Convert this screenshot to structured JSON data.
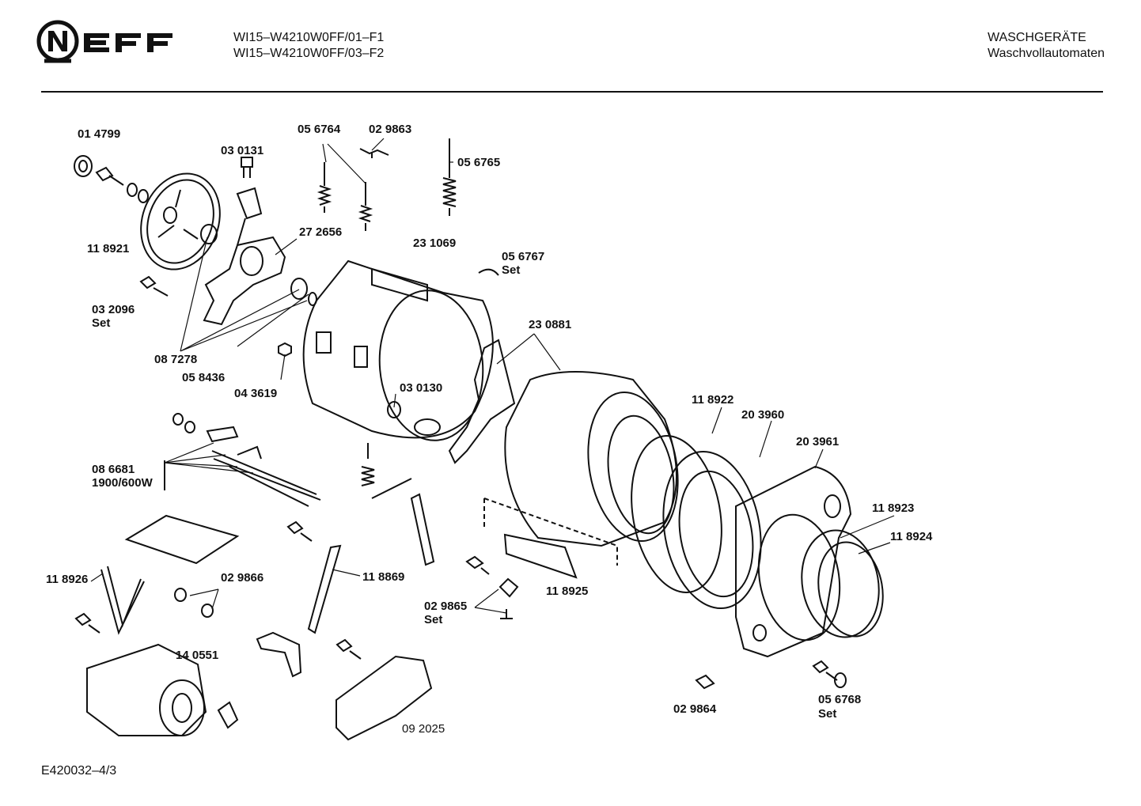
{
  "header": {
    "brand": "NEFF",
    "models": [
      "WI15–W4210W0FF/01–F1",
      "WI15–W4210W0FF/03–F2"
    ],
    "category": [
      "WASCHGERÄTE",
      "Waschvollautomaten"
    ]
  },
  "parts": {
    "p014799": "01 4799",
    "p030131": "03 0131",
    "p056764": "05 6764",
    "p029863": "02 9863",
    "p056765": "05 6765",
    "p118921": "11 8921",
    "p272656": "27 2656",
    "p231069": "23 1069",
    "p056767": "05 6767",
    "p056767set": "Set",
    "p032096": "03 2096",
    "p032096set": "Set",
    "p087278": "08 7278",
    "p058436": "05 8436",
    "p043619": "04 3619",
    "p230881": "23 0881",
    "p030130": "03 0130",
    "p118922": "11 8922",
    "p203960": "20 3960",
    "p203961": "20 3961",
    "p086681": "08 6681",
    "p086681b": "1900/600W",
    "p118923": "11 8923",
    "p118924": "11 8924",
    "p118926": "11 8926",
    "p029866": "02 9866",
    "p118869": "11 8869",
    "p118925": "11 8925",
    "p029865": "02 9865",
    "p029865set": "Set",
    "p140551": "14 0551",
    "p092025": "09 2025",
    "p029864": "02 9864",
    "p056768": "05 6768",
    "p056768set": "Set"
  },
  "footer": {
    "code": "E420032–4/3"
  }
}
